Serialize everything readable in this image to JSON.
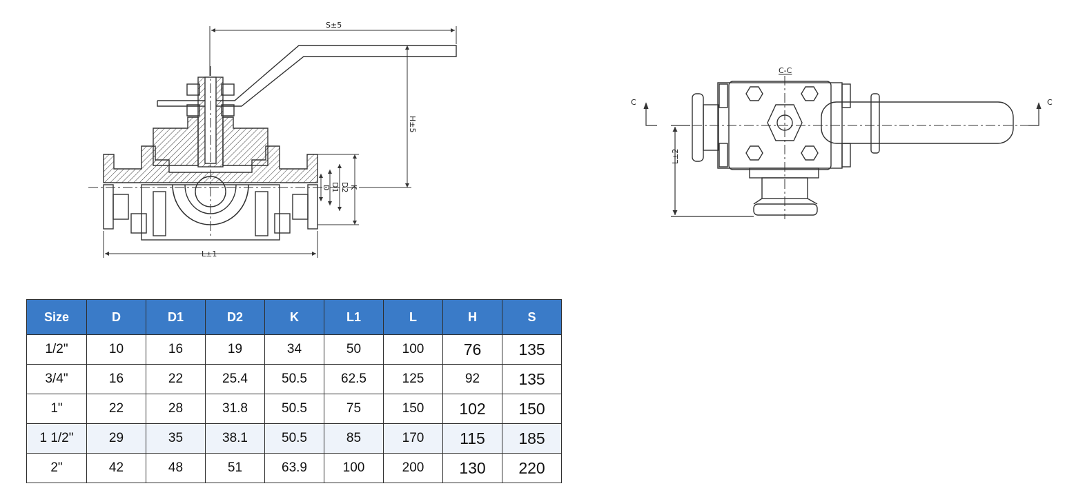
{
  "drawing": {
    "dim_S": "S±5",
    "dim_H": "H±5",
    "dim_L": "L±1",
    "dim_L2": "L±2",
    "dim_D": "D",
    "dim_D1": "D1",
    "dim_D2": "D2",
    "dim_K": "K",
    "section_title": "C-C",
    "section_left": "C",
    "section_right": "C"
  },
  "table": {
    "headers": [
      "Size",
      "D",
      "D1",
      "D2",
      "K",
      "L1",
      "L",
      "H",
      "S"
    ],
    "rows": [
      [
        "1/2\"",
        "10",
        "16",
        "19",
        "34",
        "50",
        "100",
        "76",
        "135"
      ],
      [
        "3/4\"",
        "16",
        "22",
        "25.4",
        "50.5",
        "62.5",
        "125",
        "92",
        "135"
      ],
      [
        "1\"",
        "22",
        "28",
        "31.8",
        "50.5",
        "75",
        "150",
        "102",
        "150"
      ],
      [
        "1 1/2\"",
        "29",
        "35",
        "38.1",
        "50.5",
        "85",
        "170",
        "115",
        "185"
      ],
      [
        "2\"",
        "42",
        "48",
        "51",
        "63.9",
        "100",
        "200",
        "130",
        "220"
      ]
    ]
  },
  "colors": {
    "header": "#3a7bc8",
    "shaded_row": "#eef3fa",
    "line": "#2f2f2f"
  }
}
